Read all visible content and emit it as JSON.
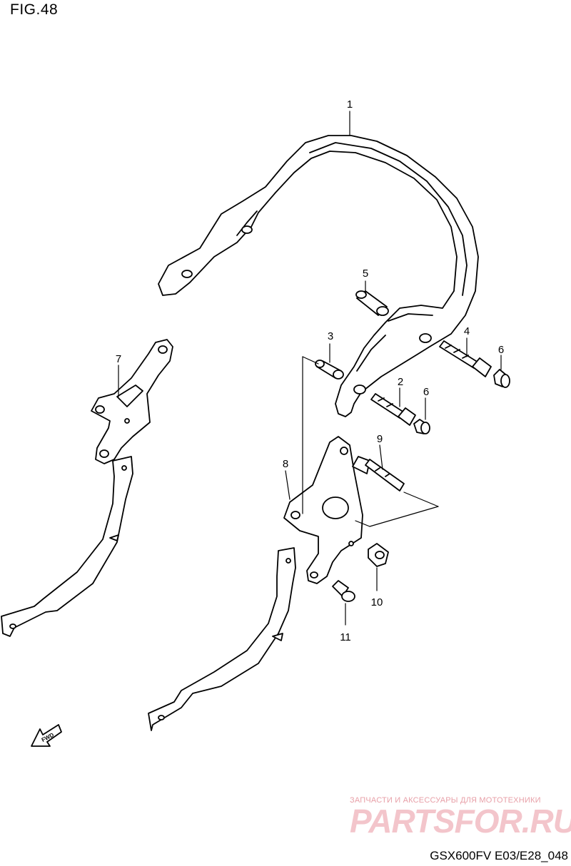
{
  "header": {
    "figure_label": "FIG.48"
  },
  "footer": {
    "diagram_code": "GSX600FV E03/E28_048"
  },
  "watermark": {
    "tagline": "ЗАПЧАСТИ И АКСЕССУАРЫ ДЛЯ МОТОТЕХНИКИ",
    "brand": "PARTSFOR.RU"
  },
  "direction_arrow": {
    "label": "FWD"
  },
  "callouts": [
    {
      "id": "callout-1",
      "text": "1"
    },
    {
      "id": "callout-2",
      "text": "2"
    },
    {
      "id": "callout-3",
      "text": "3"
    },
    {
      "id": "callout-4",
      "text": "4"
    },
    {
      "id": "callout-5",
      "text": "5"
    },
    {
      "id": "callout-6a",
      "text": "6"
    },
    {
      "id": "callout-6b",
      "text": "6"
    },
    {
      "id": "callout-7",
      "text": "7"
    },
    {
      "id": "callout-8",
      "text": "8"
    },
    {
      "id": "callout-9",
      "text": "9"
    },
    {
      "id": "callout-10",
      "text": "10"
    },
    {
      "id": "callout-11",
      "text": "11"
    }
  ]
}
